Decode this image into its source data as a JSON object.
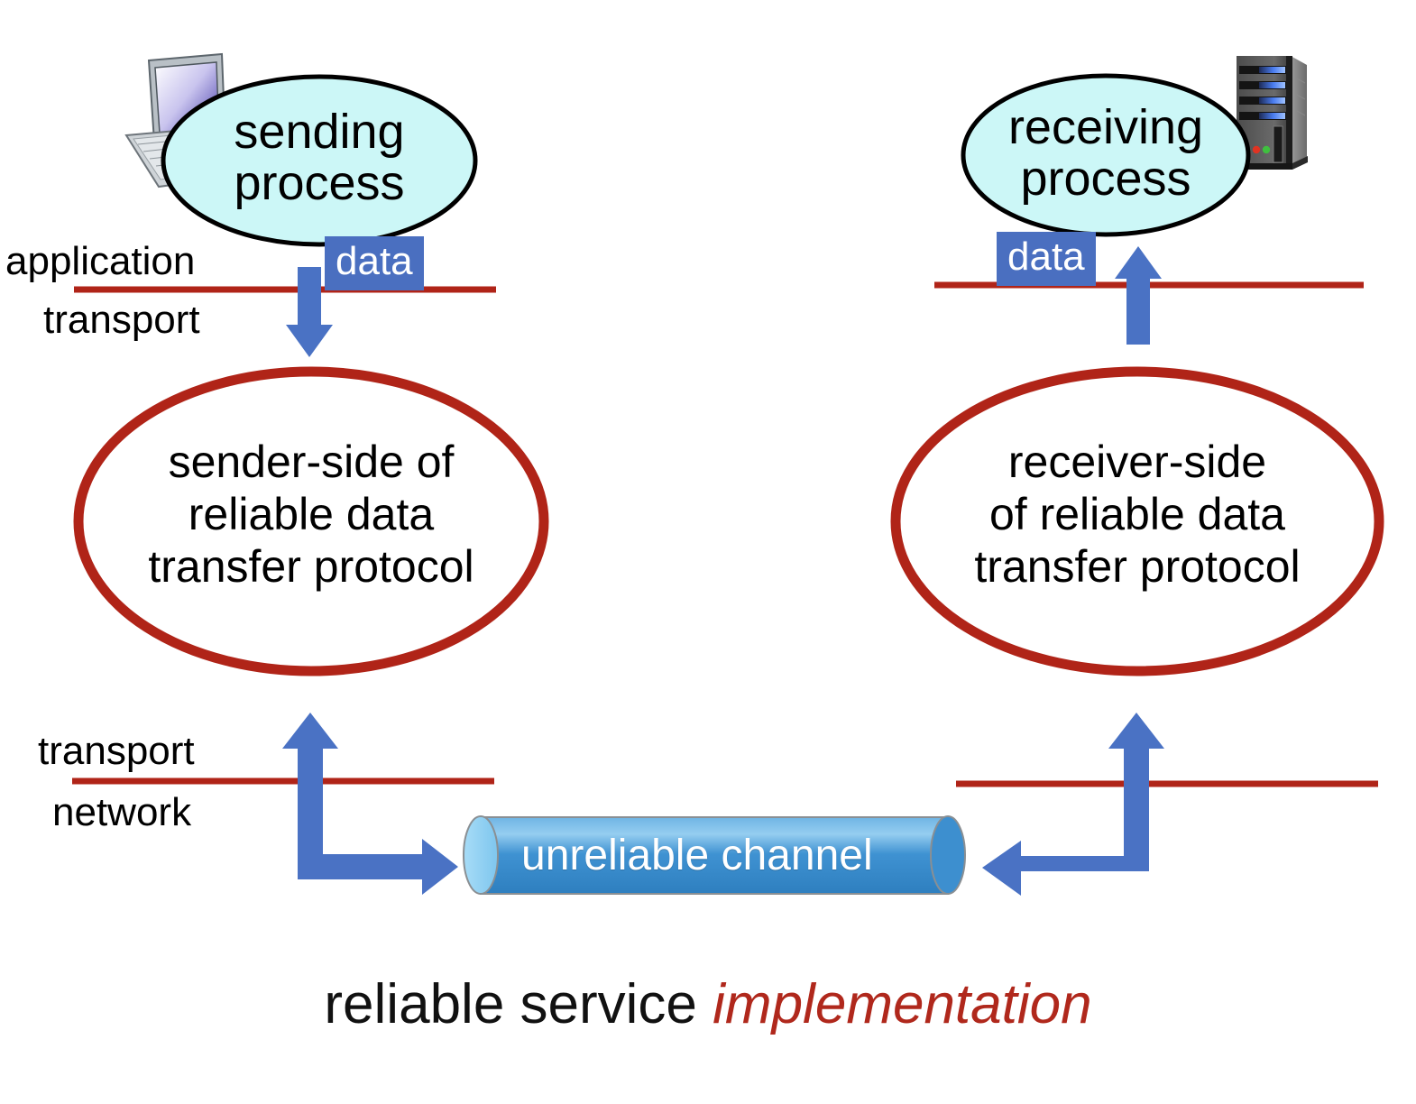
{
  "diagram": {
    "title": "reliable service implementation",
    "caption": {
      "plain": "reliable service",
      "emphasis": "implementation"
    },
    "colors": {
      "process_ellipse_fill": "#ccf7f7",
      "process_ellipse_stroke": "#000000",
      "protocol_ellipse_stroke": "#b02418",
      "layer_line": "#b02418",
      "arrow_blue": "#4a72c4",
      "data_box_bg": "#4a6fc0",
      "data_box_text": "#ffffff",
      "channel_body": "#3b8fd0",
      "channel_cap": "#8fd3f4",
      "caption_emphasis": "#b0281c"
    },
    "sender": {
      "host_icon": "desktop-computer-icon",
      "process_label_line1": "sending",
      "process_label_line2": "process",
      "data_label": "data",
      "protocol_line1": "sender-side of",
      "protocol_line2": "reliable data",
      "protocol_line3": "transfer protocol",
      "upper_layer_label": "application",
      "lower_layer_label": "transport",
      "data_flow_direction": "down"
    },
    "receiver": {
      "host_icon": "server-tower-icon",
      "process_label_line1": "receiving",
      "process_label_line2": "process",
      "data_label": "data",
      "protocol_line1": "receiver-side",
      "protocol_line2": "of reliable data",
      "protocol_line3": "transfer protocol",
      "upper_layer_label": "",
      "lower_layer_label": "",
      "data_flow_direction": "up"
    },
    "lower_boundary": {
      "upper_layer_label": "transport",
      "lower_layer_label": "network"
    },
    "channel": {
      "label": "unreliable channel",
      "shape": "cylinder",
      "inbound_side": "left",
      "outbound_side": "right"
    }
  }
}
